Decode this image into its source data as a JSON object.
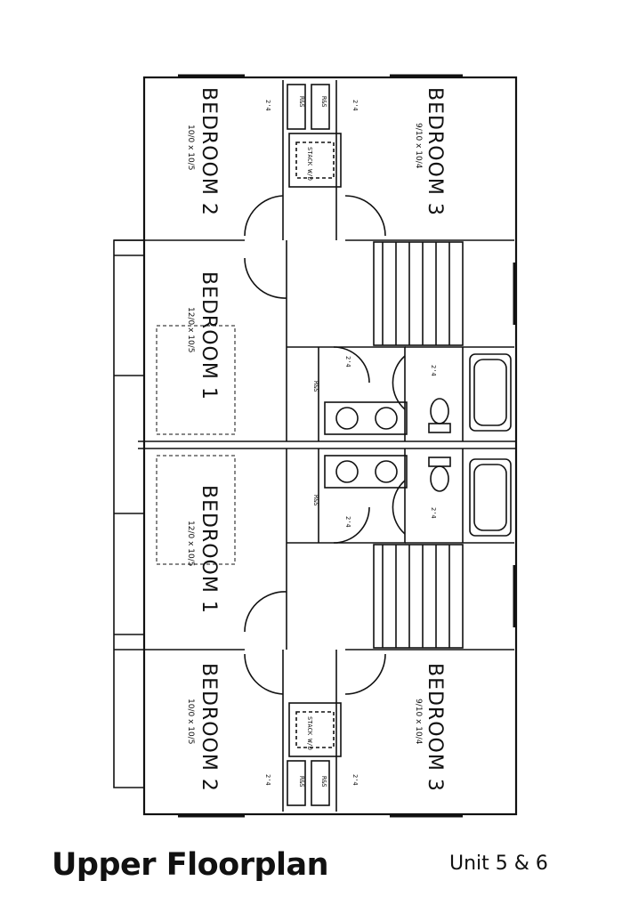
{
  "title": "Upper Floorplan",
  "unit": "Unit 5 & 6",
  "rooms": {
    "bedroom2": "BEDROOM 2",
    "bedroom3": "BEDROOM 3",
    "bedroom1": "BEDROOM 1"
  },
  "dims": {
    "bedroom2": "10/0 x 10/5",
    "bedroom3": "9/10 x 10/4",
    "bedroom1": "12/0 x 10/5"
  },
  "tags": {
    "door": "2'4",
    "shelf": "R&S",
    "stack": "STACK W/D"
  }
}
